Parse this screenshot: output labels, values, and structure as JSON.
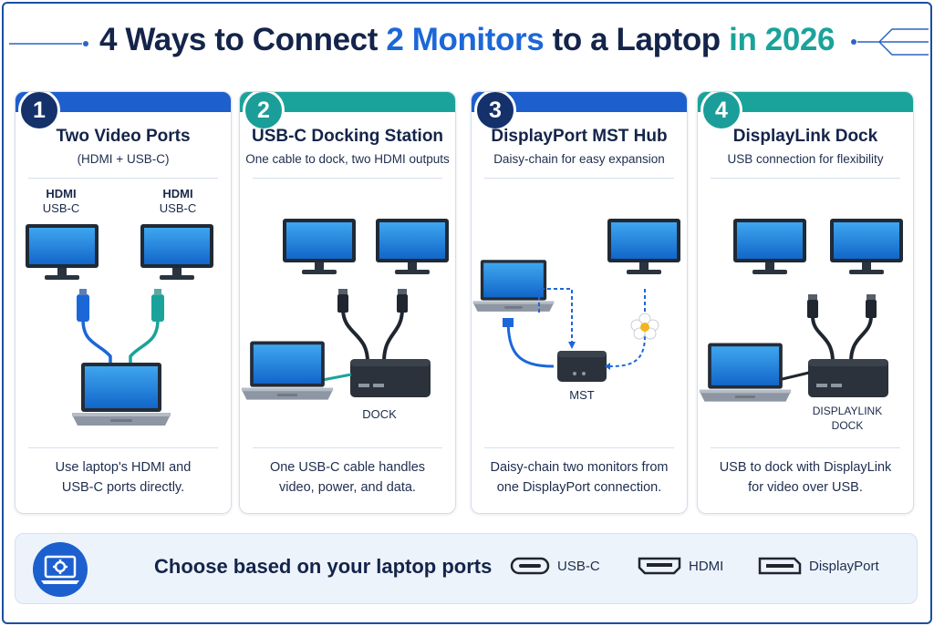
{
  "title": {
    "part1": "4 Ways to Connect ",
    "part2": "2 Monitors",
    "part3": " to a Laptop ",
    "part4": "in 2026"
  },
  "colors": {
    "navy": "#15316b",
    "blue": "#1c67d8",
    "teal": "#1aa39a",
    "dark_text": "#14244a"
  },
  "cards": [
    {
      "number": "1",
      "title": "Two Video Ports",
      "subtitle": "(HDMI + USB-C)",
      "left_label_1": "HDMI",
      "left_label_2": "USB-C",
      "right_label_1": "HDMI",
      "right_label_2": "USB-C",
      "desc_line1": "Use laptop's HDMI and",
      "desc_line2": "USB-C ports directly."
    },
    {
      "number": "2",
      "title": "USB-C Docking Station",
      "subtitle": "One cable to dock, two HDMI outputs",
      "device_label": "DOCK",
      "desc_line1": "One USB-C cable handles",
      "desc_line2": "video, power, and data."
    },
    {
      "number": "3",
      "title": "DisplayPort MST Hub",
      "subtitle": "Daisy-chain for easy expansion",
      "device_label": "MST",
      "desc_line1": "Daisy-chain two monitors from",
      "desc_line2": "one DisplayPort connection."
    },
    {
      "number": "4",
      "title": "DisplayLink Dock",
      "subtitle": "USB connection for flexibility",
      "device_label_1": "DISPLAYLINK",
      "device_label_2": "DOCK",
      "desc_line1": "USB to dock with DisplayLink",
      "desc_line2": "for video over USB."
    }
  ],
  "footer": {
    "text": "Choose based on your laptop ports",
    "icon": "laptop-gear-icon",
    "legend": [
      {
        "label": "USB-C",
        "icon": "usb-c-port-icon"
      },
      {
        "label": "HDMI",
        "icon": "hdmi-port-icon"
      },
      {
        "label": "DisplayPort",
        "icon": "displayport-port-icon"
      }
    ]
  }
}
